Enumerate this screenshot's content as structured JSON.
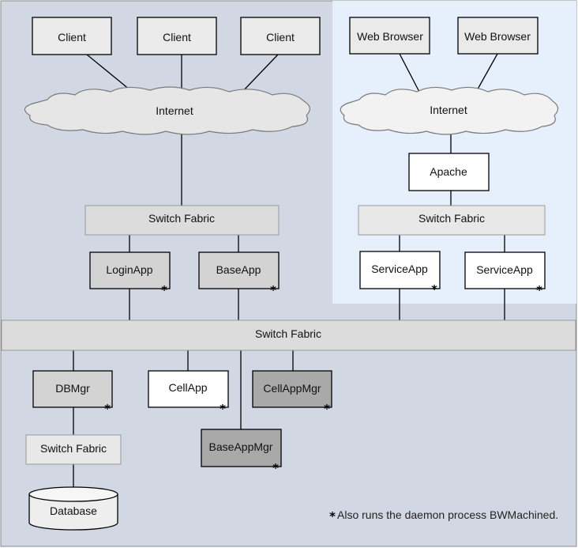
{
  "colors": {
    "page_bg": "#d1d8e4",
    "web_panel_bg": "#e6f0fc",
    "node_light": "#eaeaea",
    "node_mid": "#d3d3d3",
    "node_dark": "#a9a9a9",
    "node_white": "#ffffff",
    "fabric": "#dcdcdc",
    "line": "#000000"
  },
  "nodes": {
    "client_1": "Client",
    "client_2": "Client",
    "client_3": "Client",
    "internet_left": "Internet",
    "fabric_left": "Switch Fabric",
    "login_app": "LoginApp",
    "base_app": "BaseApp",
    "web_browser_1": "Web Browser",
    "web_browser_2": "Web Browser",
    "internet_right": "Internet",
    "apache": "Apache",
    "fabric_right": "Switch Fabric",
    "service_app_1": "ServiceApp",
    "service_app_2": "ServiceApp",
    "fabric_main": "Switch Fabric",
    "db_mgr": "DBMgr",
    "cell_app": "CellApp",
    "cell_app_mgr": "CellAppMgr",
    "base_app_mgr": "BaseAppMgr",
    "fabric_db": "Switch Fabric",
    "database": "Database"
  },
  "daemon_marker": "*",
  "footnote": {
    "marker": "*",
    "text": "Also runs the daemon process BWMachined."
  }
}
